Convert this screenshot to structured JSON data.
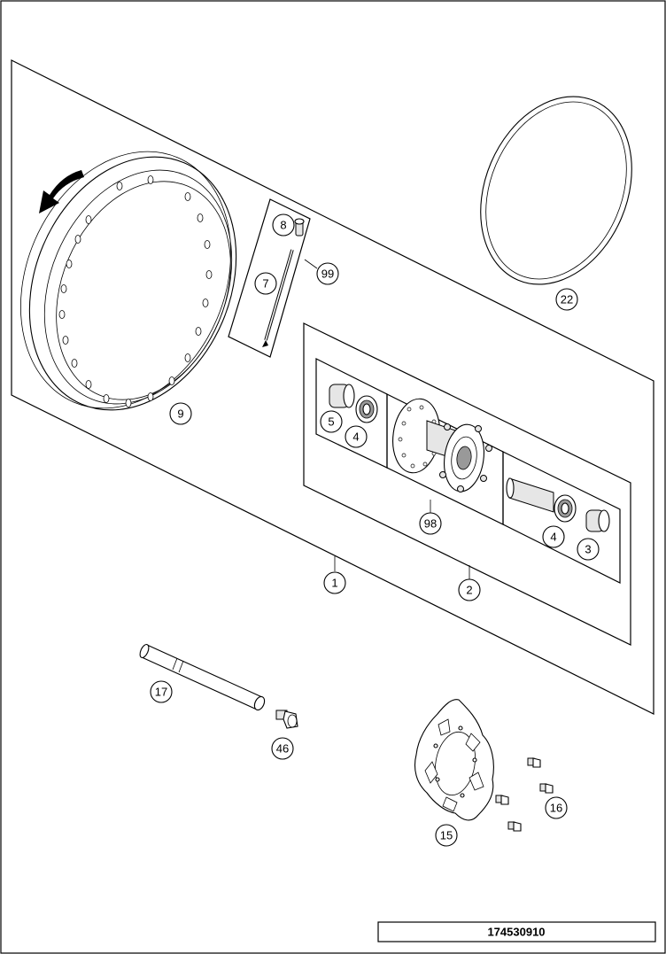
{
  "diagram": {
    "document_number": "174530910",
    "callouts": {
      "c1": "1",
      "c2": "2",
      "c3": "3",
      "c4a": "4",
      "c4b": "4",
      "c5": "5",
      "c7": "7",
      "c8": "8",
      "c9": "9",
      "c15": "15",
      "c16": "16",
      "c17": "17",
      "c22": "22",
      "c46": "46",
      "c98": "98",
      "c99": "99"
    }
  }
}
